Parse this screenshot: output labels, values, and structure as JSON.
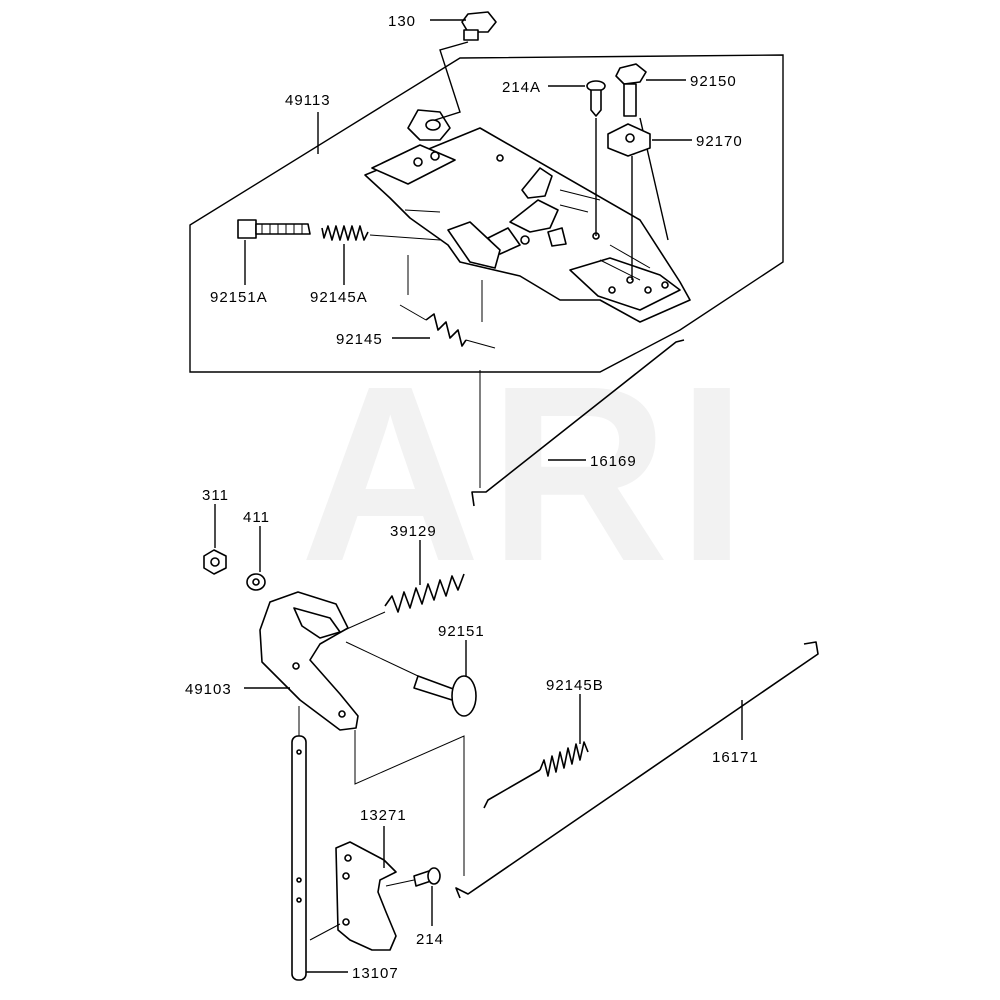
{
  "watermark": "ARI",
  "labels": {
    "p130": "130",
    "p49113": "49113",
    "p214A": "214A",
    "p92150": "92150",
    "p92170": "92170",
    "p92151A": "92151A",
    "p92145A": "92145A",
    "p92145": "92145",
    "p16169": "16169",
    "p311": "311",
    "p411": "411",
    "p39129": "39129",
    "p92151": "92151",
    "p49103": "49103",
    "p92145B": "92145B",
    "p16171": "16171",
    "p13271": "13271",
    "p214": "214",
    "p13107": "13107"
  }
}
